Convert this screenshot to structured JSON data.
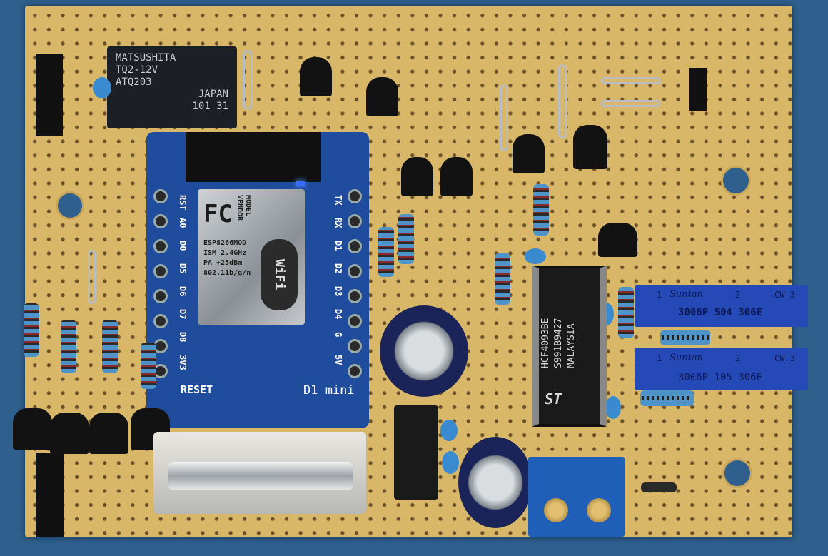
{
  "relay": {
    "brand": "MATSUSHITA",
    "model": "TQ2-12V",
    "code": "ATQ203",
    "origin": "JAPAN",
    "lot": "101 31"
  },
  "wemos": {
    "left_pins": [
      "RST",
      "A0",
      "D0",
      "D5",
      "D6",
      "D7",
      "D8",
      "3V3"
    ],
    "right_pins": [
      "TX",
      "RX",
      "D1",
      "D2",
      "D3",
      "D4",
      "G",
      "5V"
    ],
    "reset_label": "RESET",
    "board_name": "D1 mini",
    "module": {
      "fc": "FC",
      "model": "MODEL",
      "vendor": "VENDOR",
      "chip": "ESP8266MOD",
      "ism": "ISM 2.4GHz",
      "pa": "PA +25dBm",
      "std": "802.11b/g/n",
      "wifi": "WiFi"
    }
  },
  "ic": {
    "part": "HCF4093BE",
    "lot": "S991B9427",
    "origin": "MALAYSIA",
    "logo": "ST"
  },
  "trimpots": [
    {
      "pin1": "1",
      "brand": "Suntan",
      "pin2": "2",
      "pin3": "CW 3",
      "code": "3006P 504 306E"
    },
    {
      "pin1": "1",
      "brand": "Suntan",
      "pin2": "2",
      "pin3": "CW 3",
      "code": "3006P 105 306E"
    }
  ],
  "colors": {
    "board": "#d8b768",
    "background": "#2f5f8c",
    "wemos": "#1f4c9c",
    "trimpot": "#2649b8"
  }
}
